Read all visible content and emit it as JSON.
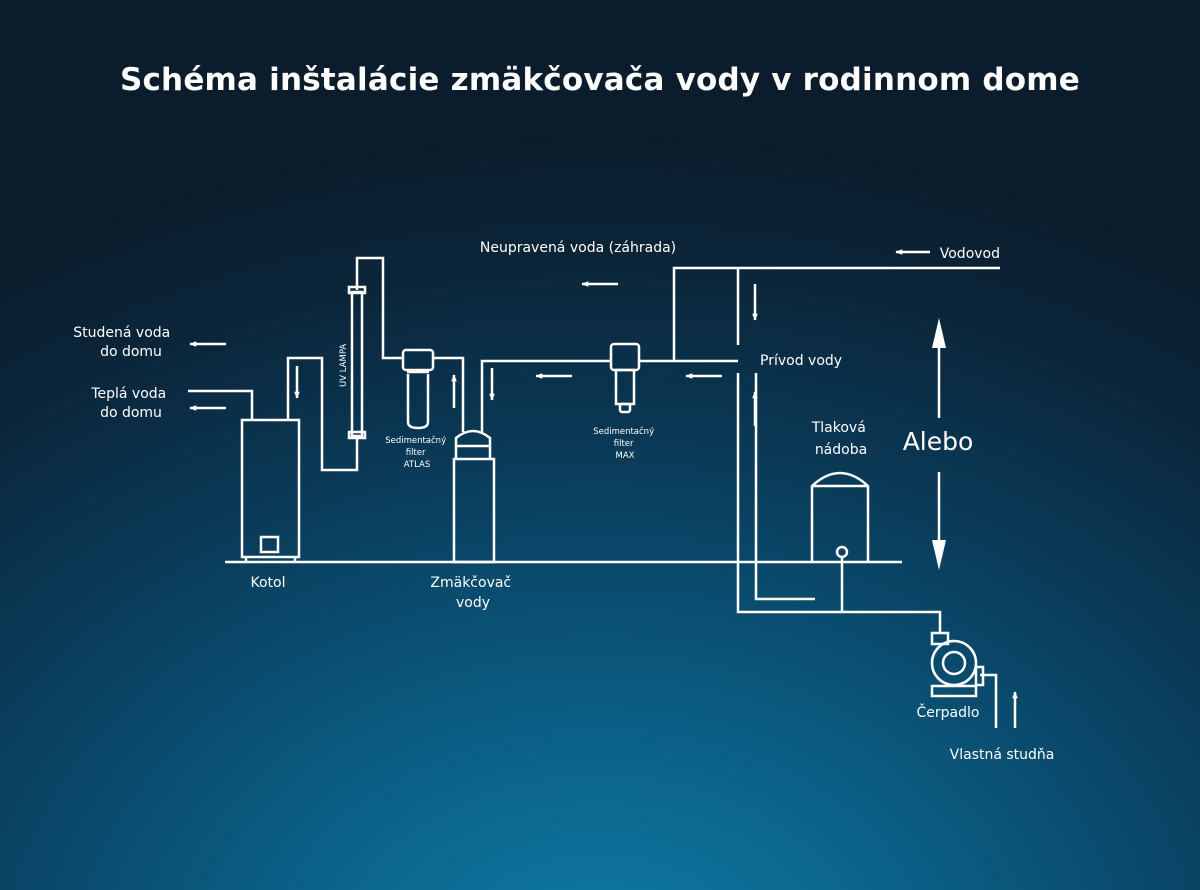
{
  "title": "Schéma inštalácie zmäkčovača vody v rodinnom dome",
  "colors": {
    "line": "#ffffff"
  },
  "labels": {
    "cold_water": [
      "Studená voda",
      "do domu"
    ],
    "hot_water": [
      "Teplá voda",
      "do domu"
    ],
    "boiler": "Kotol",
    "uv_lamp": "UV LAMPA",
    "filter_atlas": [
      "Sedimentačný",
      "filter",
      "ATLAS"
    ],
    "softener": [
      "Zmäkčovač",
      "vody"
    ],
    "filter_max": [
      "Sedimentačný",
      "filter",
      "MAX"
    ],
    "untreated": "Neupravená voda (záhrada)",
    "water_supply": "Vodovod",
    "inlet": "Prívod vody",
    "pressure_tank": [
      "Tlaková",
      "nádoba"
    ],
    "or": "Alebo",
    "pump": "Čerpadlo",
    "well": "Vlastná studňa"
  },
  "icons": [
    "arrow-icon",
    "boiler-icon",
    "uv-lamp-icon",
    "filter-icon",
    "softener-tank-icon",
    "pressure-tank-icon",
    "pump-icon"
  ]
}
